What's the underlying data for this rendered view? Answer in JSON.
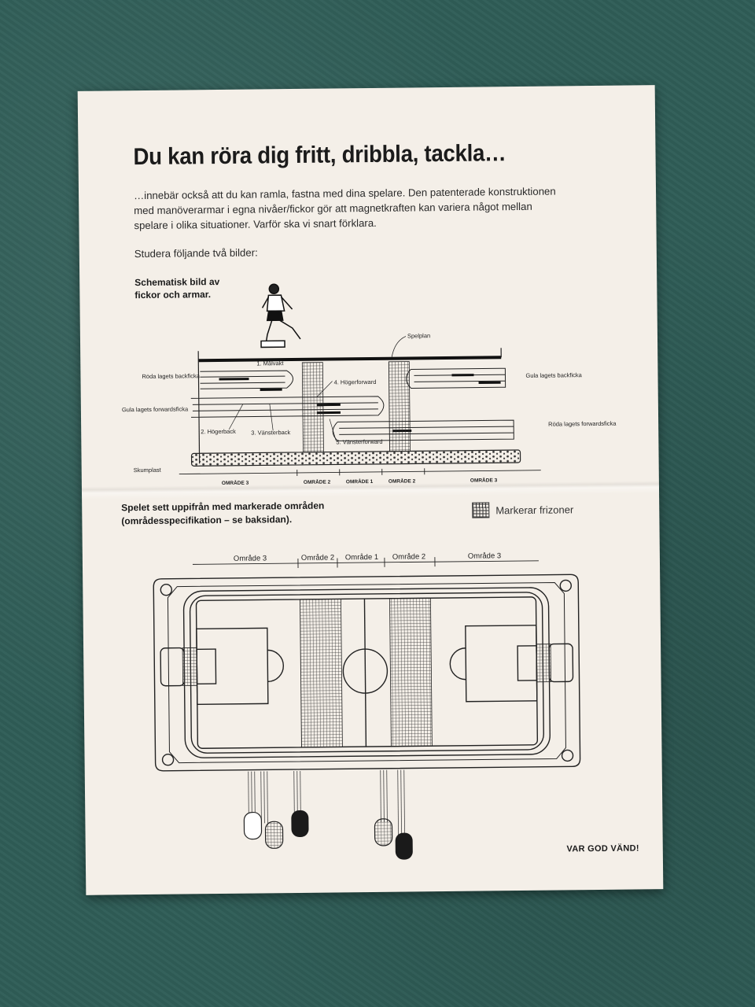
{
  "document": {
    "headline": "Du kan röra dig fritt, dribbla, tackla…",
    "intro": "…innebär också att du kan ramla, fastna med dina spelare. Den patenterade konstruktionen med manöverarmar i egna nivåer/fickor gör att magnetkraften kan variera något mellan spelare i olika situationer. Varför ska vi snart förklara.",
    "instruction": "Studera följande två bilder:",
    "footer": "VAR GOD VÄND!"
  },
  "side_view": {
    "caption": "Schematisk bild av fickor och armar.",
    "labels": {
      "field": "Spelplan",
      "red_back": "Röda lagets backficka",
      "yellow_forward": "Gula lagets forwardsficka",
      "yellow_back": "Gula lagets backficka",
      "red_forward": "Röda lagets forwardsficka",
      "foam": "Skumplast"
    },
    "players": {
      "goalkeeper": "1. Målvakt",
      "right_forward": "4. Högerforward",
      "right_back": "2. Högerback",
      "left_back": "3. Vänsterback",
      "left_forward": "5. Vänsterforward"
    },
    "zones": [
      "OMRÅDE 3",
      "OMRÅDE 2",
      "OMRÅDE 1",
      "OMRÅDE 2",
      "OMRÅDE 3"
    ]
  },
  "top_view": {
    "caption": "Spelet sett uppifrån med markerade områden (områdesspecifikation – se baksidan).",
    "legend": "Markerar frizoner",
    "zones": [
      "Område 3",
      "Område 2",
      "Område 1",
      "Område 2",
      "Område 3"
    ]
  }
}
